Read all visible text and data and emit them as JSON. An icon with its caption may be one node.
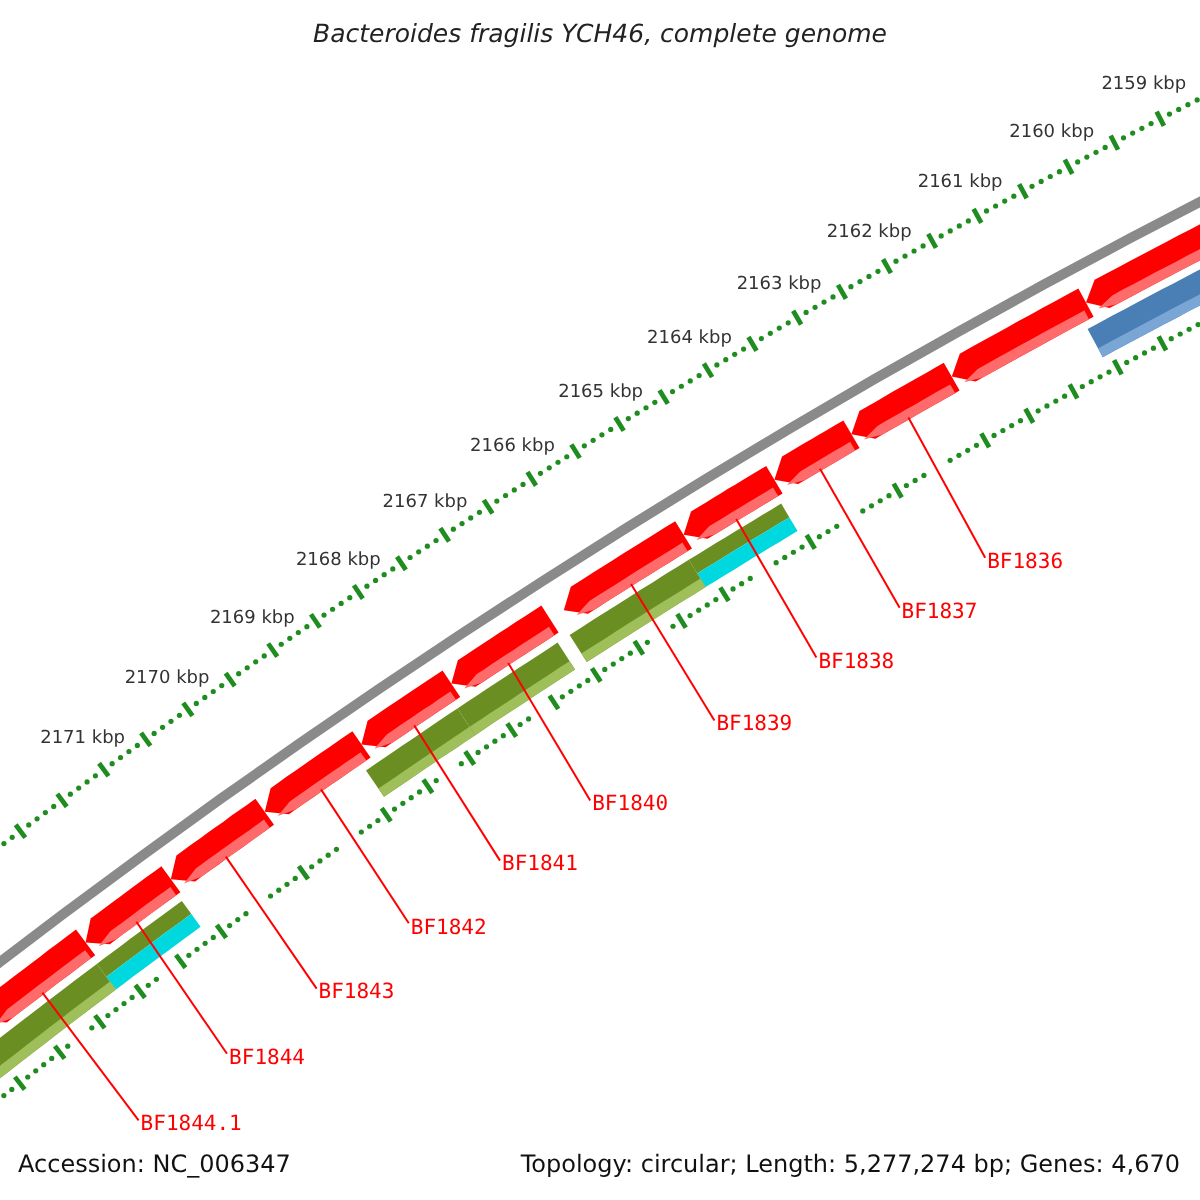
{
  "diagram": {
    "title": "Bacteroides fragilis YCH46, complete genome",
    "nodes": [
      {
        "text": [
          "BF1836"
        ]
      },
      {
        "text": [
          "BF1837"
        ]
      },
      {
        "text": [
          "BF1838"
        ]
      },
      {
        "text": [
          "BF1839"
        ]
      },
      {
        "text": [
          "BF1840"
        ]
      },
      {
        "text": [
          "BF1841"
        ]
      },
      {
        "text": [
          "BF1842"
        ]
      },
      {
        "text": [
          "BF1843"
        ]
      },
      {
        "text": [
          "BF1844"
        ]
      },
      {
        "text": [
          "BF1844.1"
        ]
      },
      {
        "text": [],
        "shape": "bar"
      },
      {
        "text": [],
        "shape": "bar"
      },
      {
        "text": [],
        "shape": "bar"
      },
      {
        "text": [],
        "shape": "bar"
      },
      {
        "text": [],
        "shape": "bar"
      },
      {
        "text": [],
        "shape": "bar"
      },
      {
        "text": [],
        "shape": "bar"
      },
      {
        "text": [],
        "shape": "bar"
      },
      {
        "text": [],
        "shape": "bar"
      },
      {
        "text": [],
        "shape": "bar"
      },
      {
        "text": [],
        "shape": "bar"
      },
      {
        "text": [],
        "shape": "bar"
      },
      {
        "text": [],
        "shape": "bar"
      },
      {
        "text": [],
        "shape": "bar"
      },
      {
        "text": [],
        "shape": "bar"
      },
      {
        "text": [],
        "shape": "bar"
      },
      {
        "text": [],
        "shape": "bar"
      },
      {
        "text": [],
        "shape": "bar"
      },
      {
        "text": [],
        "shape": "bar"
      }
    ],
    "edges": [
      {
        "from": 0,
        "to": 12,
        "arrow": "none"
      },
      {
        "from": 1,
        "to": 13,
        "arrow": "none"
      },
      {
        "from": 2,
        "to": 14,
        "arrow": "none"
      },
      {
        "from": 3,
        "to": 15,
        "arrow": "none"
      },
      {
        "from": 4,
        "to": 16,
        "arrow": "none"
      },
      {
        "from": 5,
        "to": 17,
        "arrow": "none"
      },
      {
        "from": 6,
        "to": 18,
        "arrow": "none"
      },
      {
        "from": 7,
        "to": 19,
        "arrow": "none"
      },
      {
        "from": 8,
        "to": 20,
        "arrow": "none"
      },
      {
        "from": 9,
        "to": 21,
        "arrow": "none"
      }
    ],
    "labels": [
      "2159 kbp",
      "2160 kbp",
      "2161 kbp",
      "2162 kbp",
      "2163 kbp",
      "2164 kbp",
      "2165 kbp",
      "2166 kbp",
      "2167 kbp",
      "2168 kbp",
      "2169 kbp",
      "2170 kbp",
      "2171 kbp",
      "Accession: NC_006347",
      "Topology: circular; Length: 5,277,274 bp; Genes: 4,670"
    ]
  }
}
